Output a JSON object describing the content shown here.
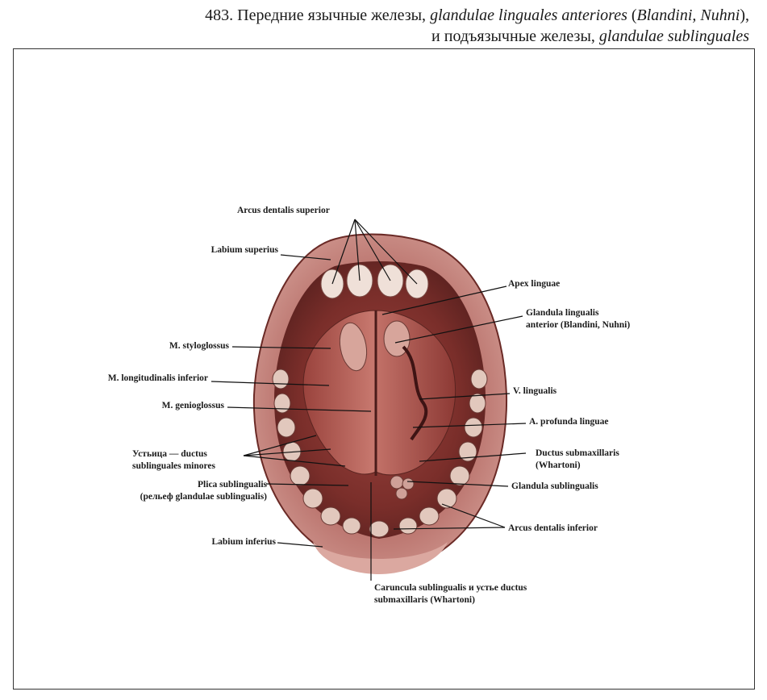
{
  "title": {
    "line1_prefix": "483. Передние язычные железы, ",
    "line1_italic": "glandulae linguales anteriores",
    "line1_paren_open": " (",
    "line1_authors": "Blandini, Nuhni",
    "line1_paren_close": "),",
    "line2_prefix": "и подъязычные железы, ",
    "line2_italic": "glandulae sublinguales"
  },
  "labels": {
    "arcus_dentalis_superior": "Arcus dentalis superior",
    "labium_superius": "Labium superius",
    "apex_linguae": "Apex linguae",
    "glandula_lingualis_1": "Glandula lingualis",
    "glandula_lingualis_2": "anterior (Blandini, Nuhni)",
    "m_styloglossus": "M. styloglossus",
    "m_longitudinalis_inferior": "M. longitudinalis inferior",
    "m_genioglossus": "M. genioglossus",
    "v_lingualis": "V. lingualis",
    "a_profunda_linguae": "A. profunda linguae",
    "ustya_1": "Устьица — ductus",
    "ustya_2": "sublinguales minores",
    "ductus_submaxillaris_1": "Ductus submaxillaris",
    "ductus_submaxillaris_2": "(Whartoni)",
    "plica_sublingualis_1": "Plica sublingualis",
    "plica_sublingualis_2": "(рельеф glandulae sublingualis)",
    "glandula_sublingualis": "Glandula sublingualis",
    "arcus_dentalis_inferior": "Arcus dentalis inferior",
    "labium_inferius": "Labium inferius",
    "caruncula_1": "Caruncula sublingualis и устье ductus",
    "caruncula_2": "submaxillaris (Whartoni)"
  },
  "colors": {
    "tissue_dark": "#8a3a35",
    "tissue_mid": "#b45a52",
    "tissue_light": "#d8948a",
    "lip": "#c98880",
    "teeth": "#eedcd3",
    "leader": "#111111"
  }
}
